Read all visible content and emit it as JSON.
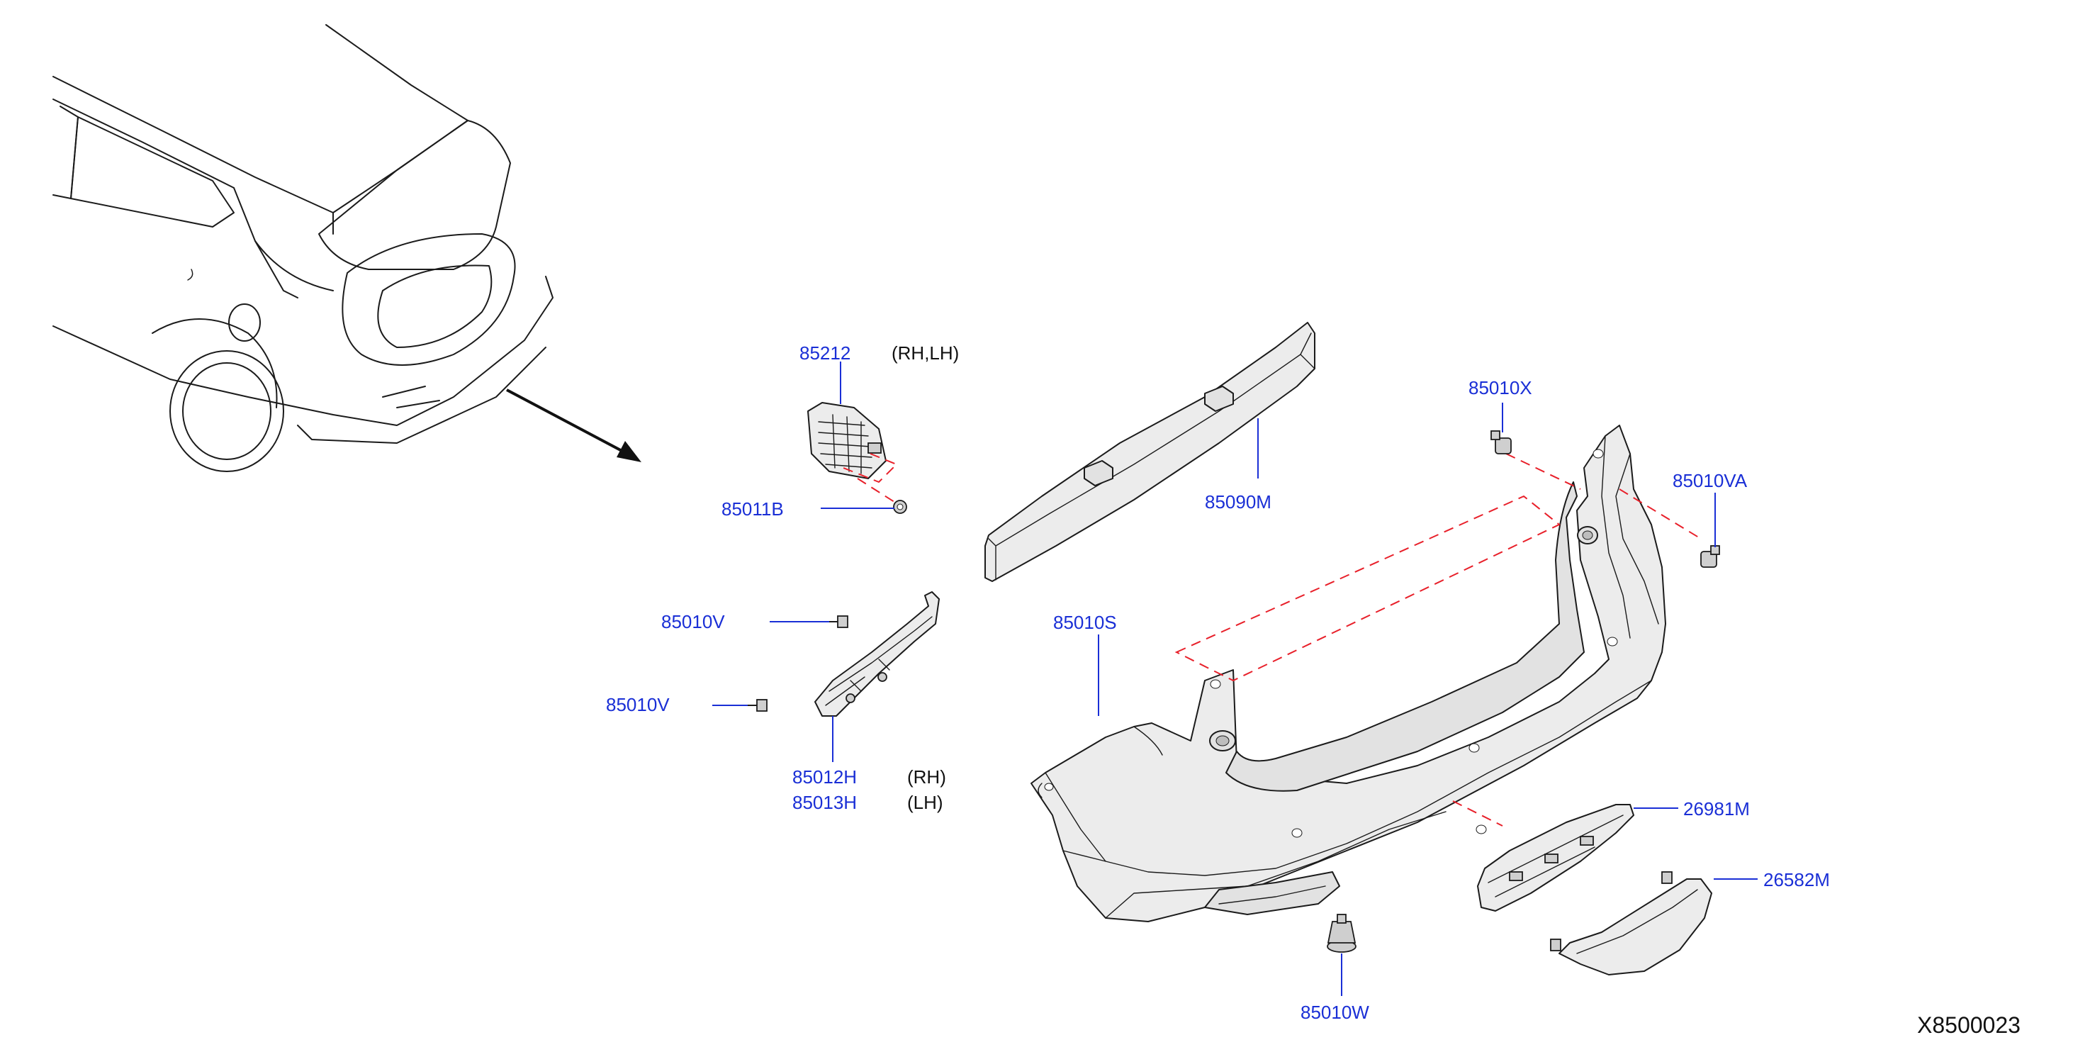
{
  "diagram_code": "X8500023",
  "colors": {
    "label": "#1a2fd6",
    "dashed_guide": "#e8202a",
    "outline": "#1b1b1b"
  },
  "parts": [
    {
      "id": "85212",
      "label": "85212",
      "side": "(RH,LH)"
    },
    {
      "id": "85011b",
      "label": "85011B"
    },
    {
      "id": "85090m",
      "label": "85090M"
    },
    {
      "id": "85010x",
      "label": "85010X"
    },
    {
      "id": "85010va",
      "label": "85010VA"
    },
    {
      "id": "85010v-a",
      "label": "85010V"
    },
    {
      "id": "85010v-b",
      "label": "85010V"
    },
    {
      "id": "85010s",
      "label": "85010S"
    },
    {
      "id": "85012h",
      "label": "85012H",
      "side": "(RH)"
    },
    {
      "id": "85013h",
      "label": "85013H",
      "side": "(LH)"
    },
    {
      "id": "26981m",
      "label": "26981M"
    },
    {
      "id": "26582m",
      "label": "26582M"
    },
    {
      "id": "85010w",
      "label": "85010W"
    }
  ]
}
